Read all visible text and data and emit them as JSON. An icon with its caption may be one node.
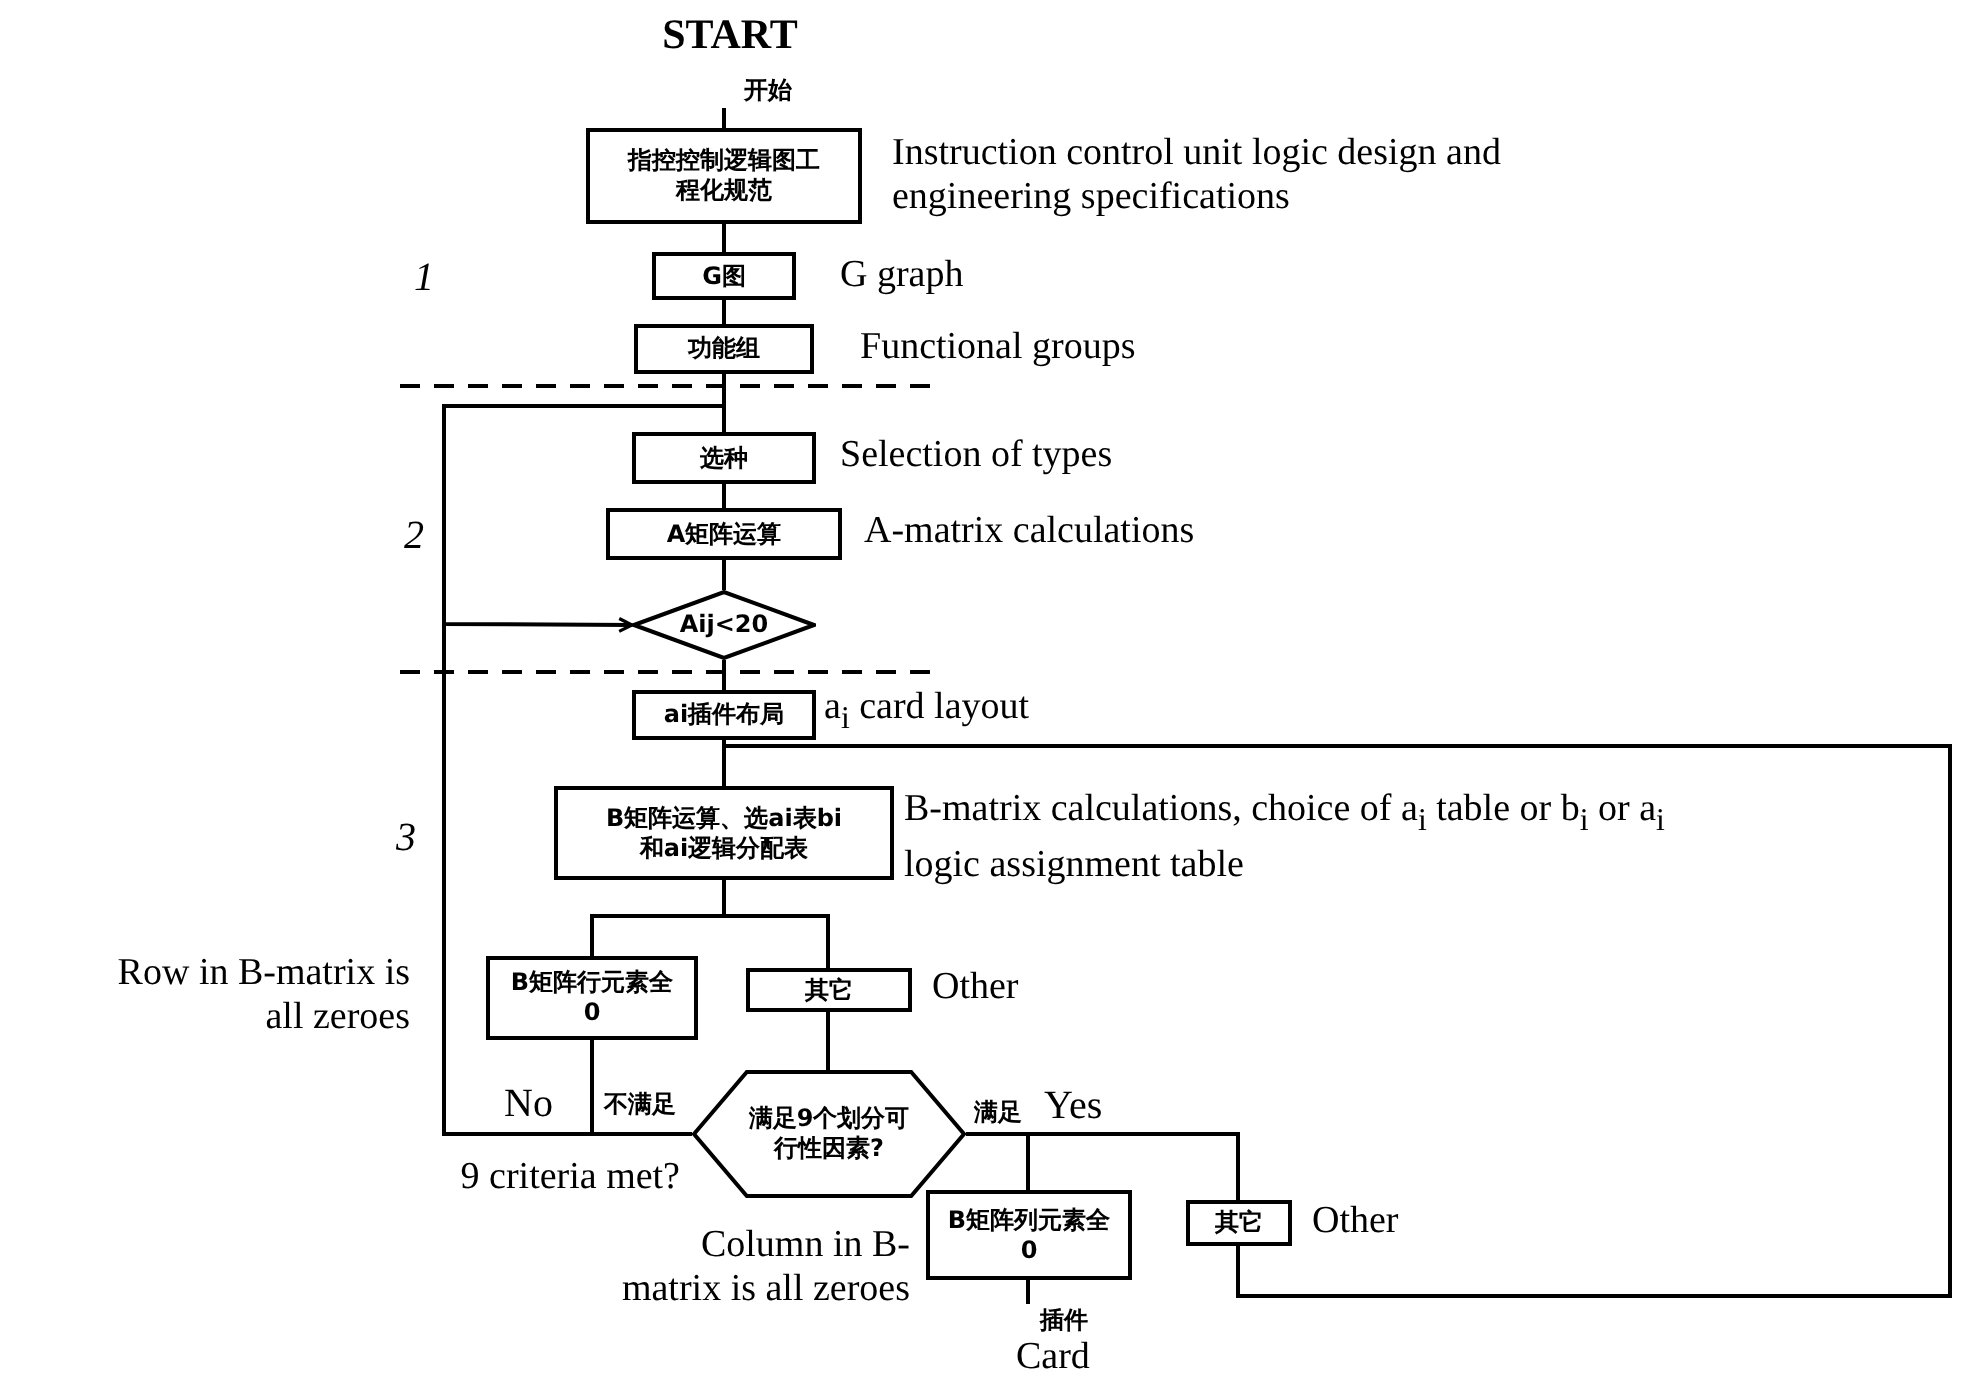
{
  "diagram": {
    "nodes": [
      {
        "text": [
          "开始"
        ],
        "beside": [
          "START"
        ]
      },
      {
        "text": [
          "指控控制逻辑图工程化规范"
        ],
        "beside": [
          "Instruction control unit logic design and engineering specifications"
        ]
      },
      {
        "text": [
          "G图"
        ],
        "beside": [
          "G graph"
        ]
      },
      {
        "text": [
          "功能组"
        ],
        "beside": [
          "Functional groups"
        ]
      },
      {
        "text": [
          "选种"
        ],
        "beside": [
          "Selection of types"
        ]
      },
      {
        "text": [
          "A矩阵运算"
        ],
        "beside": [
          "A-matrix calculations"
        ]
      },
      {
        "text": [
          "Aij<20"
        ]
      },
      {
        "text": [
          "ai插件布局"
        ],
        "beside": [
          "a$_{i}$ card layout"
        ]
      },
      {
        "text": [
          "B矩阵运算、选ai表bi和ai逻辑分配表"
        ],
        "beside": [
          "B-matrix calculations, choice of a$_{i}$ table or b$_{i}$ or a$_{i}$ logic assignment table"
        ]
      },
      {
        "text": [
          "B矩阵行元素全0"
        ],
        "beside": [
          "Row in B-matrix is all zeroes"
        ]
      },
      {
        "text": [
          "其它"
        ],
        "beside": [
          "Other"
        ]
      },
      {
        "text": [
          "满足9个划分可行性因素?"
        ],
        "beside": [
          "9 criteria met?"
        ]
      },
      {
        "text": [
          "B矩阵列元素全0"
        ],
        "beside": [
          "Column in B-matrix is all zeroes"
        ]
      },
      {
        "text": [
          "其它"
        ],
        "beside": [
          "Other"
        ]
      },
      {
        "text": [
          "插件"
        ],
        "beside": [
          "Card"
        ]
      }
    ],
    "edges": [
      {
        "from": 0,
        "to": 1,
        "arrow": "none"
      },
      {
        "from": 1,
        "to": 2,
        "arrow": "none"
      },
      {
        "from": 2,
        "to": 3,
        "arrow": "none"
      },
      {
        "from": 3,
        "to": 4,
        "arrow": "none"
      },
      {
        "from": 4,
        "to": 5,
        "arrow": "none"
      },
      {
        "from": 5,
        "to": 6,
        "arrow": "none"
      },
      {
        "from": 4,
        "to": 6,
        "arrow": "to"
      },
      {
        "from": 6,
        "to": 7,
        "arrow": "none"
      },
      {
        "from": 7,
        "to": 8,
        "arrow": "none"
      },
      {
        "from": 8,
        "to": 9,
        "arrow": "none"
      },
      {
        "from": 8,
        "to": 10,
        "arrow": "none"
      },
      {
        "from": 10,
        "to": 11,
        "arrow": "none"
      },
      {
        "from": 9,
        "to": 4,
        "arrow": "none"
      },
      {
        "from": 11,
        "to": 4,
        "arrow": "none",
        "label": "不满足"
      },
      {
        "from": 11,
        "to": 12,
        "arrow": "none",
        "label": "满足"
      },
      {
        "from": 11,
        "to": 13,
        "arrow": "none"
      },
      {
        "from": 13,
        "to": 8,
        "arrow": "none"
      },
      {
        "from": 12,
        "to": 14,
        "arrow": "none"
      }
    ],
    "labels": [
      "1",
      "2",
      "3",
      "No",
      "Yes"
    ]
  }
}
